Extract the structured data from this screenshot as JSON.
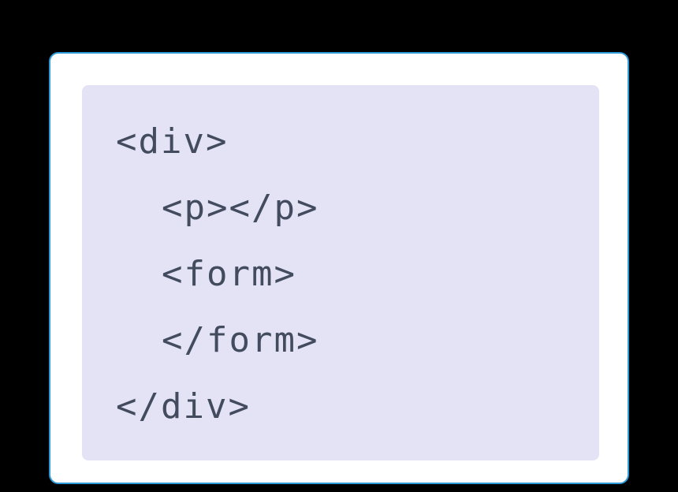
{
  "colors": {
    "background": "#000000",
    "card_background": "#ffffff",
    "card_border": "#2e9ad8",
    "code_panel_background": "#e4e3f6",
    "code_text": "#424c5e"
  },
  "code": {
    "language": "html",
    "lines": [
      {
        "indent": 0,
        "text": "<div>"
      },
      {
        "indent": 1,
        "text": "<p></p>"
      },
      {
        "indent": 1,
        "text": "<form>"
      },
      {
        "indent": 1,
        "text": "</form>"
      },
      {
        "indent": 0,
        "text": "</div>"
      }
    ]
  }
}
